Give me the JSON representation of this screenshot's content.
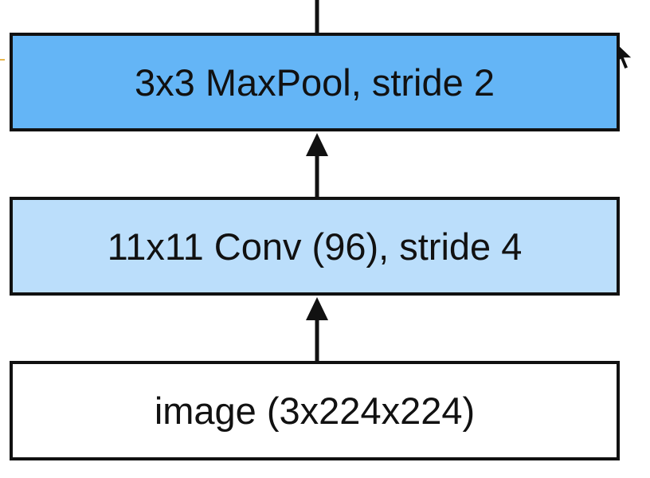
{
  "blocks": {
    "maxpool": {
      "label": "3x3 MaxPool, stride 2",
      "fill": "#64b5f6"
    },
    "conv": {
      "label": "11x11 Conv (96), stride 4",
      "fill": "#bbdefb"
    },
    "image": {
      "label": "image (3x224x224)",
      "fill": "#ffffff"
    }
  },
  "colors": {
    "stroke": "#111111",
    "arrow": "#111111"
  },
  "icons": {
    "cursor": "mouse-pointer-icon"
  }
}
